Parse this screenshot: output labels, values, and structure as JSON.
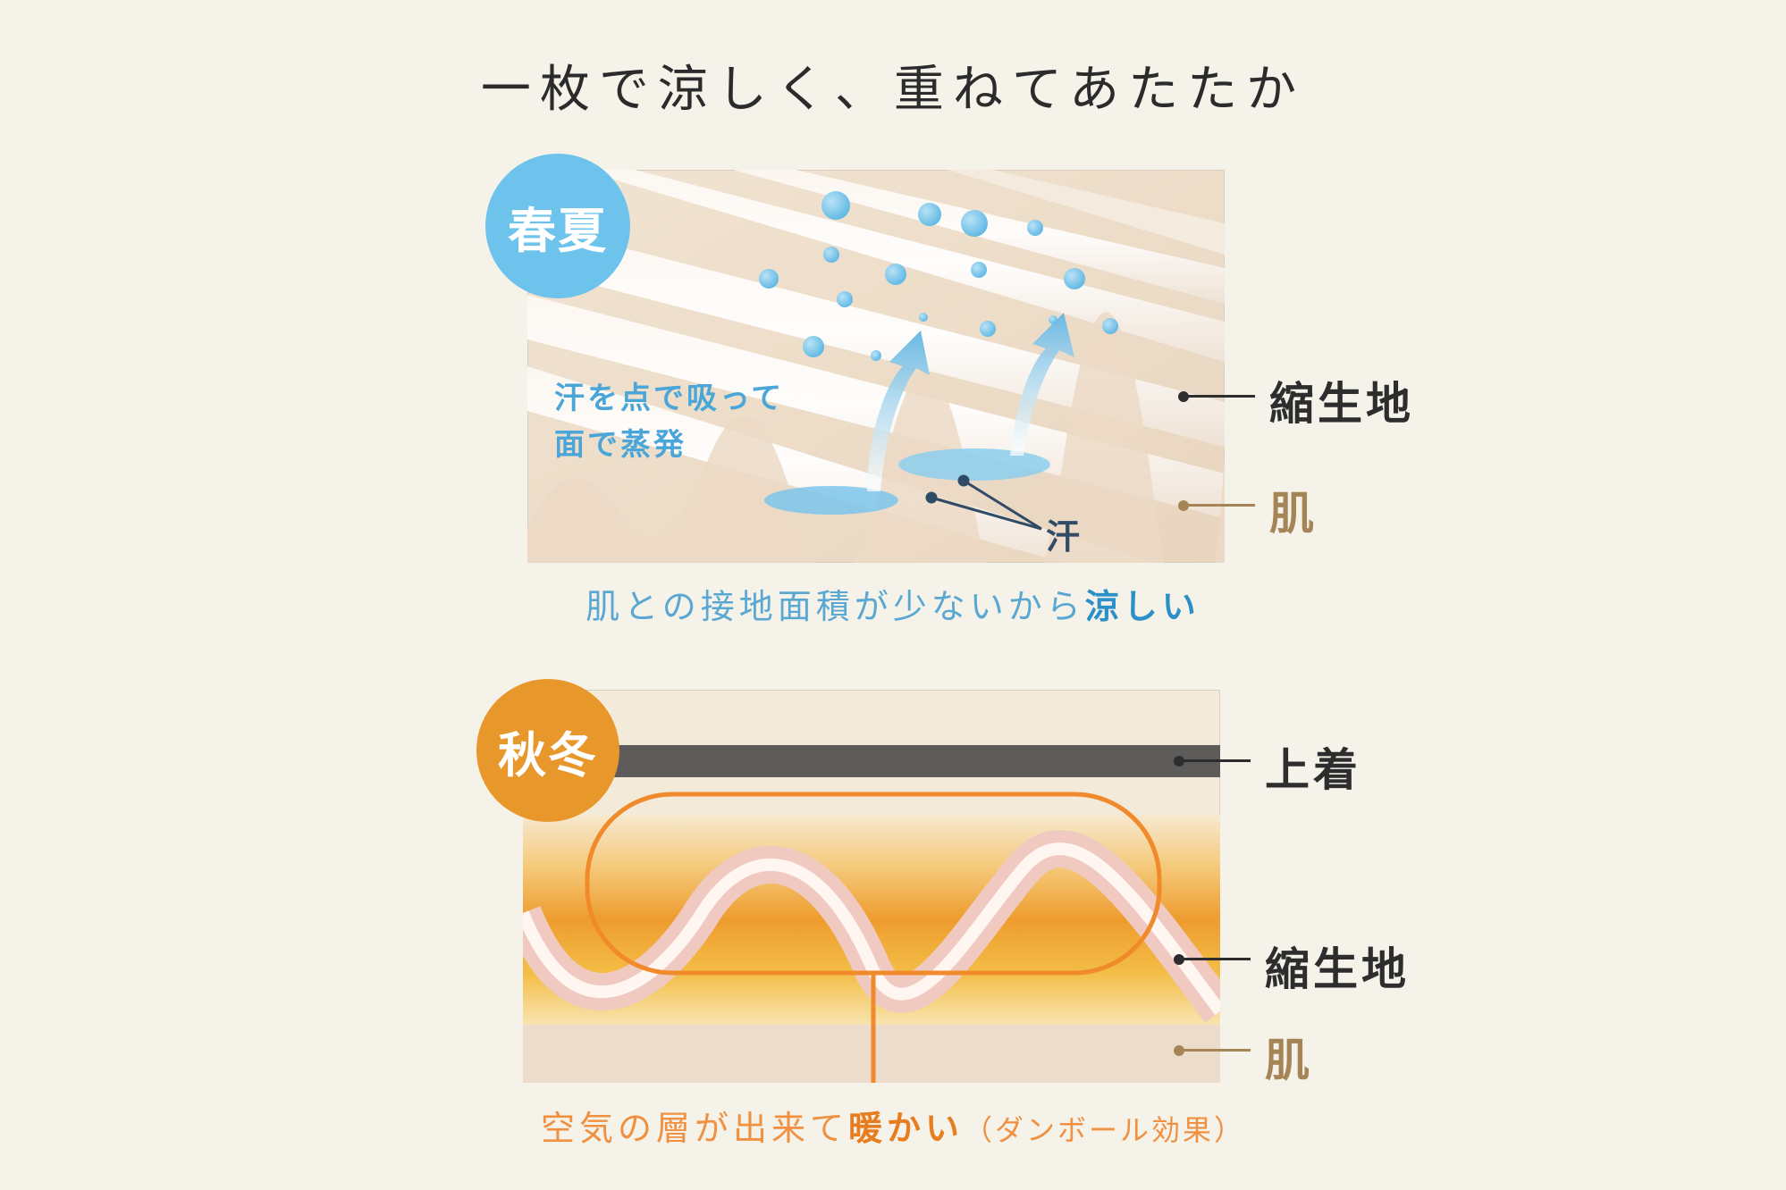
{
  "title": "一枚で涼しく、重ねてあたたか",
  "summer": {
    "badge": "春夏",
    "note_line1": "汗を点で吸って",
    "note_line2": "面で蒸発",
    "sweat_label": "汗",
    "label_fabric": "縮生地",
    "label_skin": "肌",
    "caption_pre": "肌との接地面積が少ないから",
    "caption_em": "涼しい",
    "colors": {
      "badge": "#6ec3ec",
      "caption": "#5aa8d2"
    }
  },
  "winter": {
    "badge": "秋冬",
    "label_outer": "上着",
    "label_fabric": "縮生地",
    "label_skin": "肌",
    "caption_pre": "空気の層が出来て",
    "caption_em": "暖かい",
    "caption_note": "（ダンボール効果）",
    "colors": {
      "badge": "#e8972a",
      "caption": "#ef9140"
    }
  }
}
